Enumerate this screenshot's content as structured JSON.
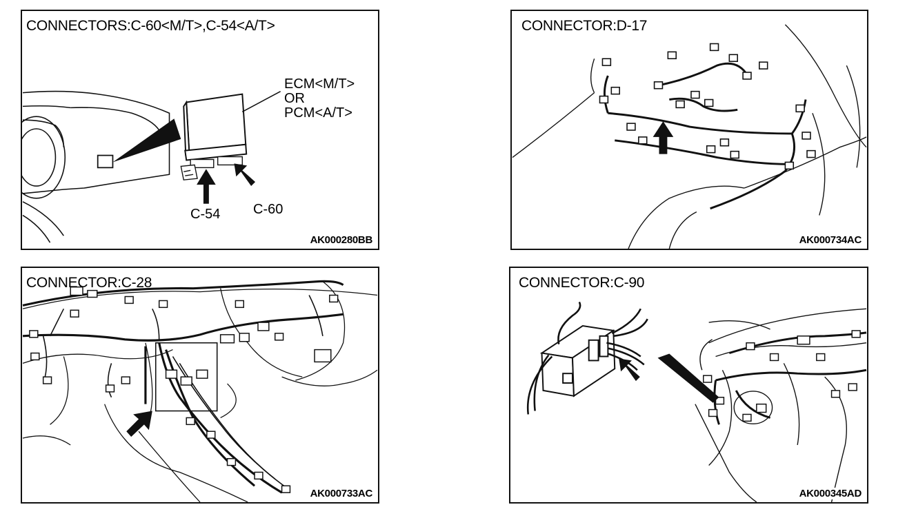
{
  "panels": {
    "p1": {
      "title": "CONNECTORS:C-60<M/T>,C-54<A/T>",
      "ecm_line1": "ECM<M/T>",
      "ecm_line2": "OR",
      "ecm_line3": "PCM<A/T>",
      "label_c54": "C-54",
      "label_c60": "C-60",
      "code": "AK000280BB"
    },
    "p2": {
      "title": "CONNECTOR:D-17",
      "code": "AK000734AC"
    },
    "p3": {
      "title": "CONNECTOR:C-28",
      "code": "AK000733AC"
    },
    "p4": {
      "title": "CONNECTOR:C-90",
      "code": "AK000345AD"
    }
  }
}
